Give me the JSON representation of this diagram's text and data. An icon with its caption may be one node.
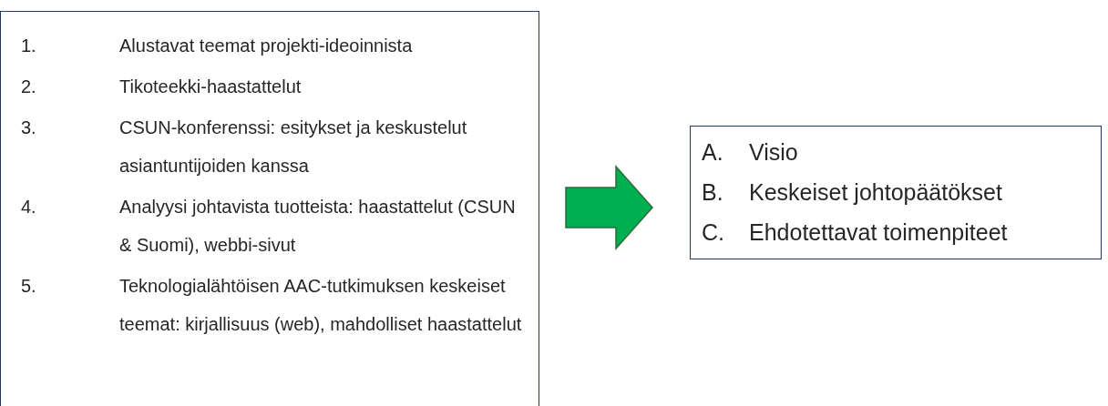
{
  "diagram": {
    "nodes": [
      {
        "text": [
          "1.",
          "Alustavat teemat projekti-ideoinnista",
          "2.",
          "Tikoteekki-haastattelut",
          "3.",
          "CSUN-konferenssi: esitykset ja keskustelut asiantuntijoiden kanssa",
          "4.",
          "Analyysi johtavista tuotteista: haastattelut (CSUN & Suomi), webbi-sivut",
          "5.",
          "Teknologialähtöisen AAC-tutkimuksen keskeiset teemat: kirjallisuus (web), mahdolliset haastattelut"
        ]
      },
      {
        "text": [
          "A.",
          "Visio",
          "B.",
          "Keskeiset johtopäätökset",
          "C.",
          "Ehdotettavat toimenpiteet"
        ]
      }
    ],
    "edges": [
      {
        "from": 0,
        "to": 1,
        "arrow": "to",
        "style": "thick",
        "color": "#00b050"
      }
    ]
  }
}
